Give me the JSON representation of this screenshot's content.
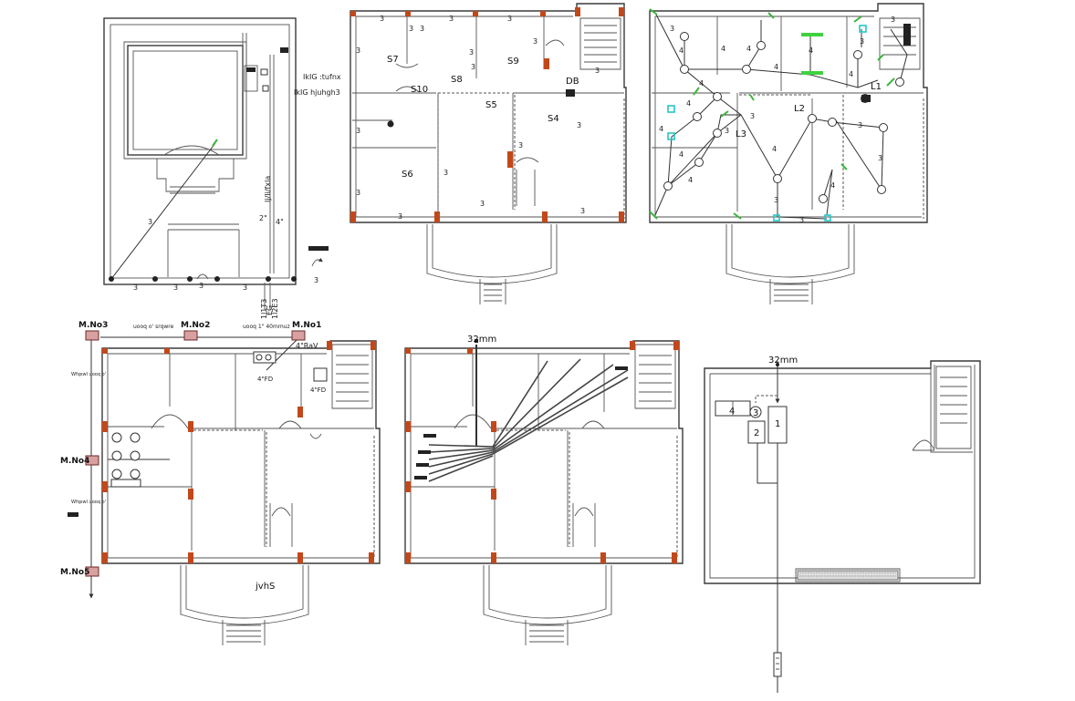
{
  "site": {
    "notes": [
      "IkIG :tufnx",
      "IkIG hjuhgh3"
    ],
    "vertical_notes": [
      "Ij/Ii/fxla",
      "2\"",
      "4\"",
      "1l1T3",
      "EG",
      "1l2E3"
    ],
    "wire_labels": [
      "3",
      "3",
      "3",
      "3",
      "3",
      "3"
    ]
  },
  "plan_switches": {
    "switch_labels": [
      "S7",
      "S8",
      "S9",
      "S10",
      "S5",
      "DB",
      "S4",
      "S6"
    ],
    "count_labels": [
      "3",
      "3",
      "3",
      "3",
      "3",
      "3",
      "3",
      "3",
      "3",
      "3",
      "3",
      "3",
      "3",
      "3",
      "3",
      "3",
      "3",
      "3"
    ]
  },
  "plan_lighting": {
    "light_labels": [
      "L1",
      "L2",
      "L3"
    ],
    "count_labels": [
      "3",
      "4",
      "4",
      "4",
      "4",
      "4",
      "4",
      "4",
      "3",
      "3",
      "4",
      "4",
      "3",
      "3",
      "4",
      "4",
      "3",
      "4",
      "3",
      "3",
      "4",
      "3"
    ]
  },
  "plan_plumbing": {
    "manholes": [
      "M.No3",
      "M.No2",
      "M.No1",
      "M.No4",
      "M.No5"
    ],
    "pipe_notes": [
      "uooq o' srqwre",
      "uooq 1\" 40mmuz",
      "4\"RaV",
      "4\"FD",
      "4\"FD",
      "Wfqswl uooq o'",
      "Wfqswl uooq o'"
    ],
    "porch_label": "jvhS"
  },
  "plan_conduit": {
    "size_label": "32mm"
  },
  "roof_tanks": {
    "size_label": "32mm",
    "tanks": [
      "1",
      "2",
      "3",
      "4"
    ]
  }
}
